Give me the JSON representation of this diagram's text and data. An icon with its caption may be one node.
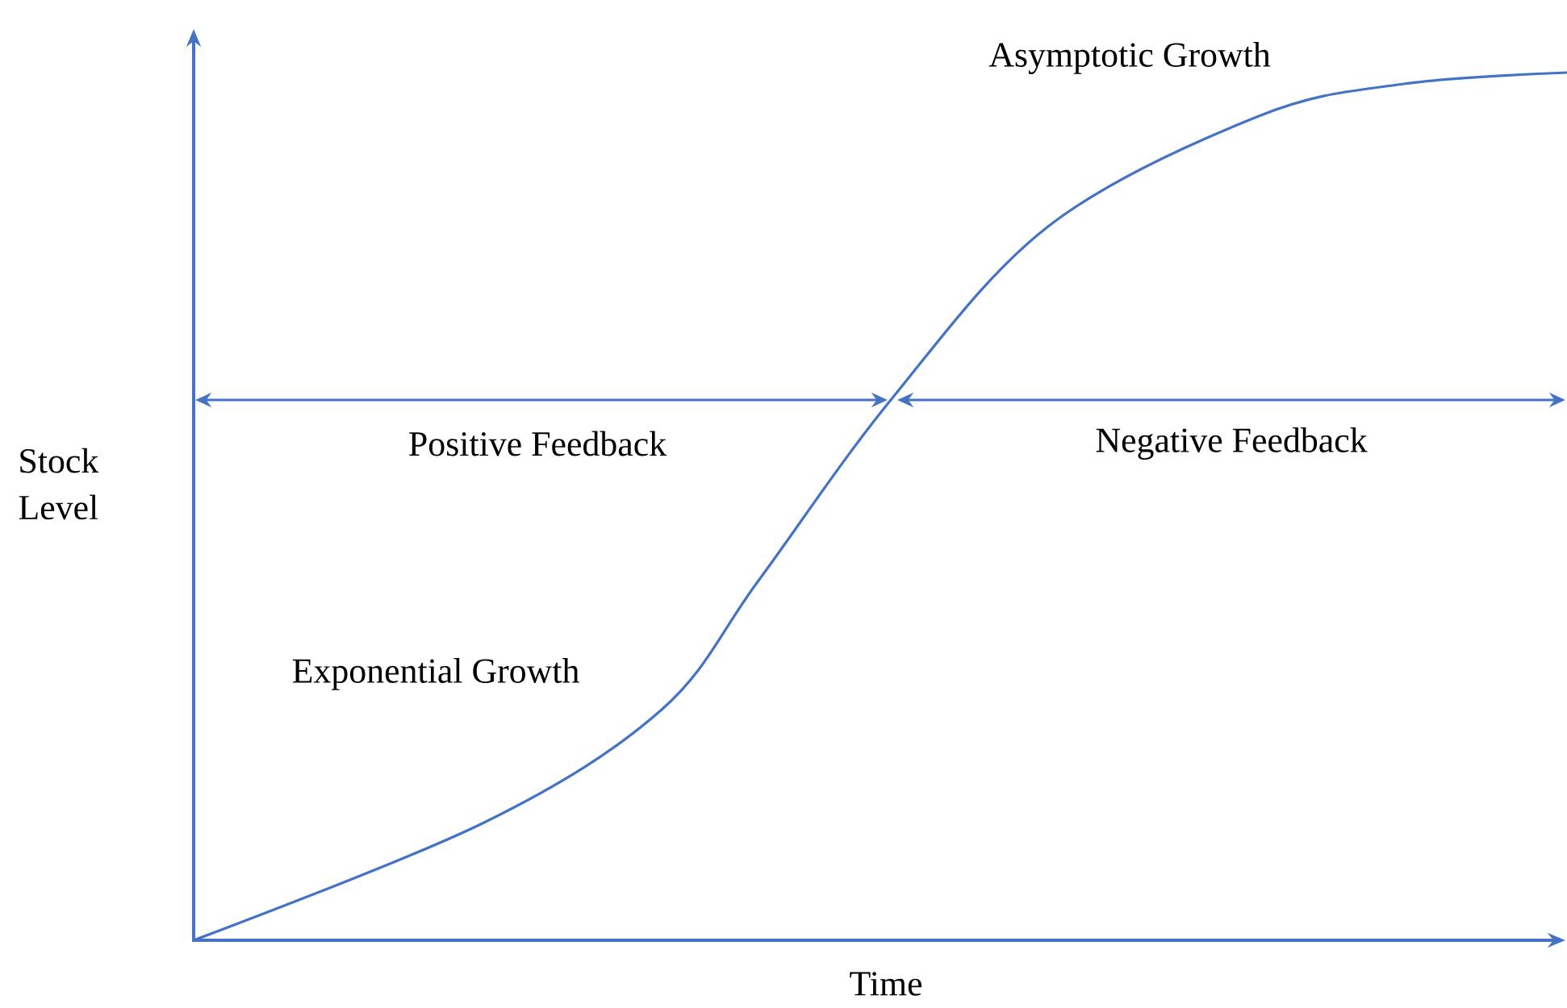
{
  "diagram": {
    "labels": [
      "Asymptotic Growth",
      "Stock Level",
      "Positive Feedback",
      "Negative Feedback",
      "Exponential Growth",
      "Time"
    ]
  }
}
